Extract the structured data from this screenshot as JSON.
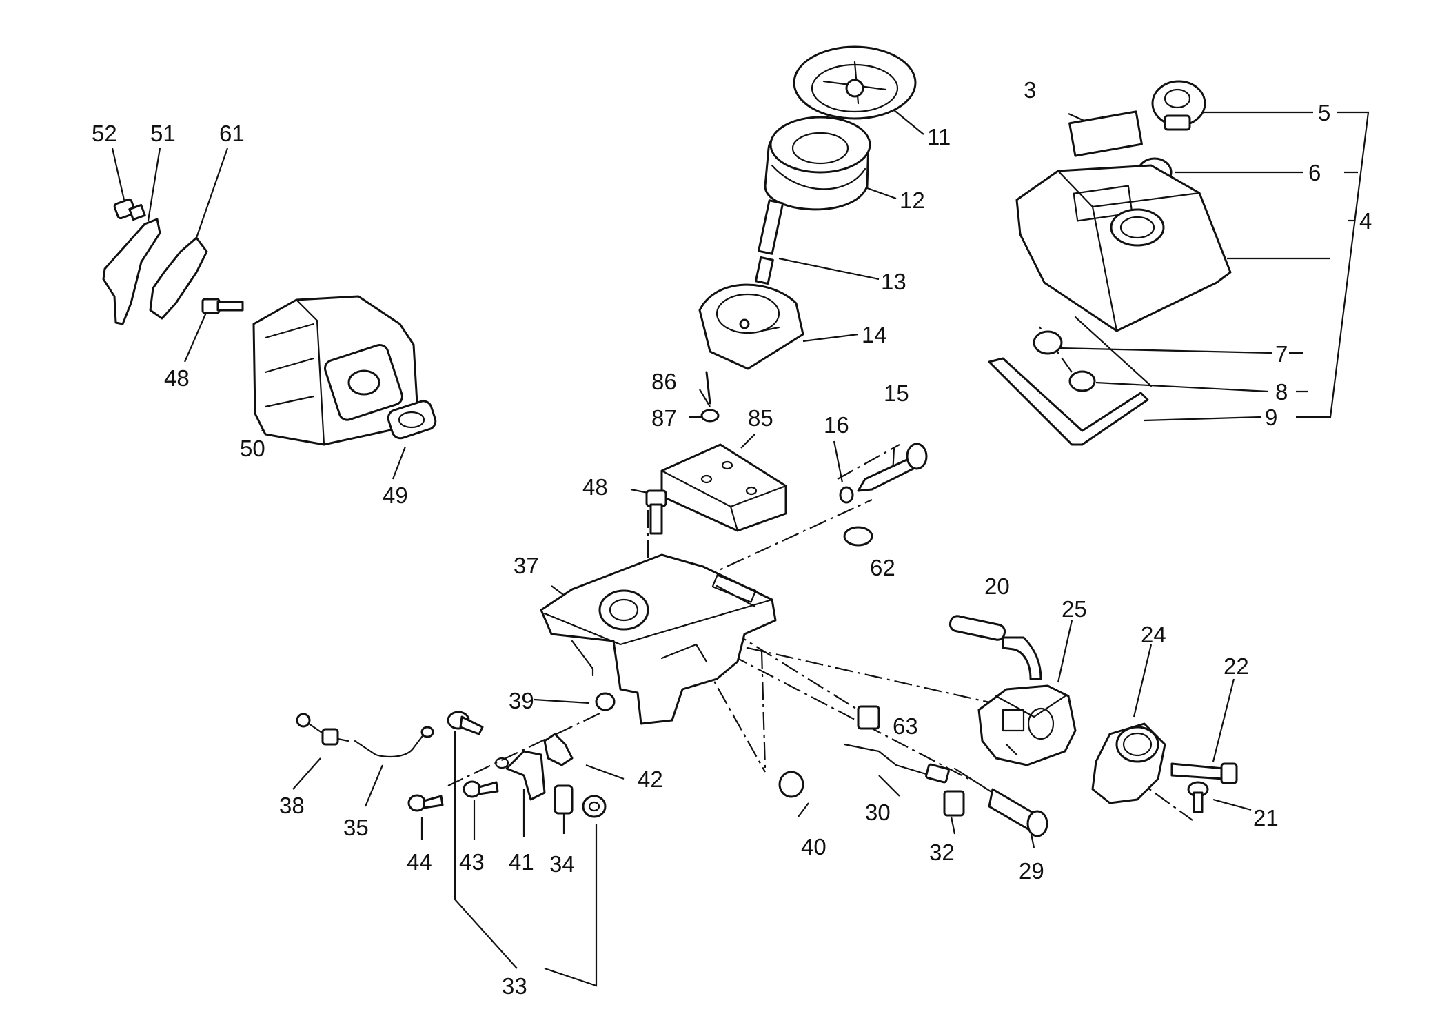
{
  "labels": {
    "p3": "3",
    "p4": "4",
    "p5": "5",
    "p6": "6",
    "p7": "7",
    "p8": "8",
    "p9": "9",
    "p11": "11",
    "p12": "12",
    "p13": "13",
    "p14": "14",
    "p15": "15",
    "p16": "16",
    "p20": "20",
    "p21": "21",
    "p22": "22",
    "p24": "24",
    "p25": "25",
    "p29": "29",
    "p30": "30",
    "p32": "32",
    "p33": "33",
    "p34": "34",
    "p35": "35",
    "p37": "37",
    "p38": "38",
    "p39": "39",
    "p40": "40",
    "p41": "41",
    "p42": "42",
    "p43": "43",
    "p44": "44",
    "p48a": "48",
    "p48b": "48",
    "p49": "49",
    "p50": "50",
    "p51": "51",
    "p52": "52",
    "p61": "61",
    "p62": "62",
    "p63": "63",
    "p85": "85",
    "p86": "86",
    "p87": "87"
  },
  "colors": {
    "line": "#111111",
    "background": "#ffffff"
  }
}
